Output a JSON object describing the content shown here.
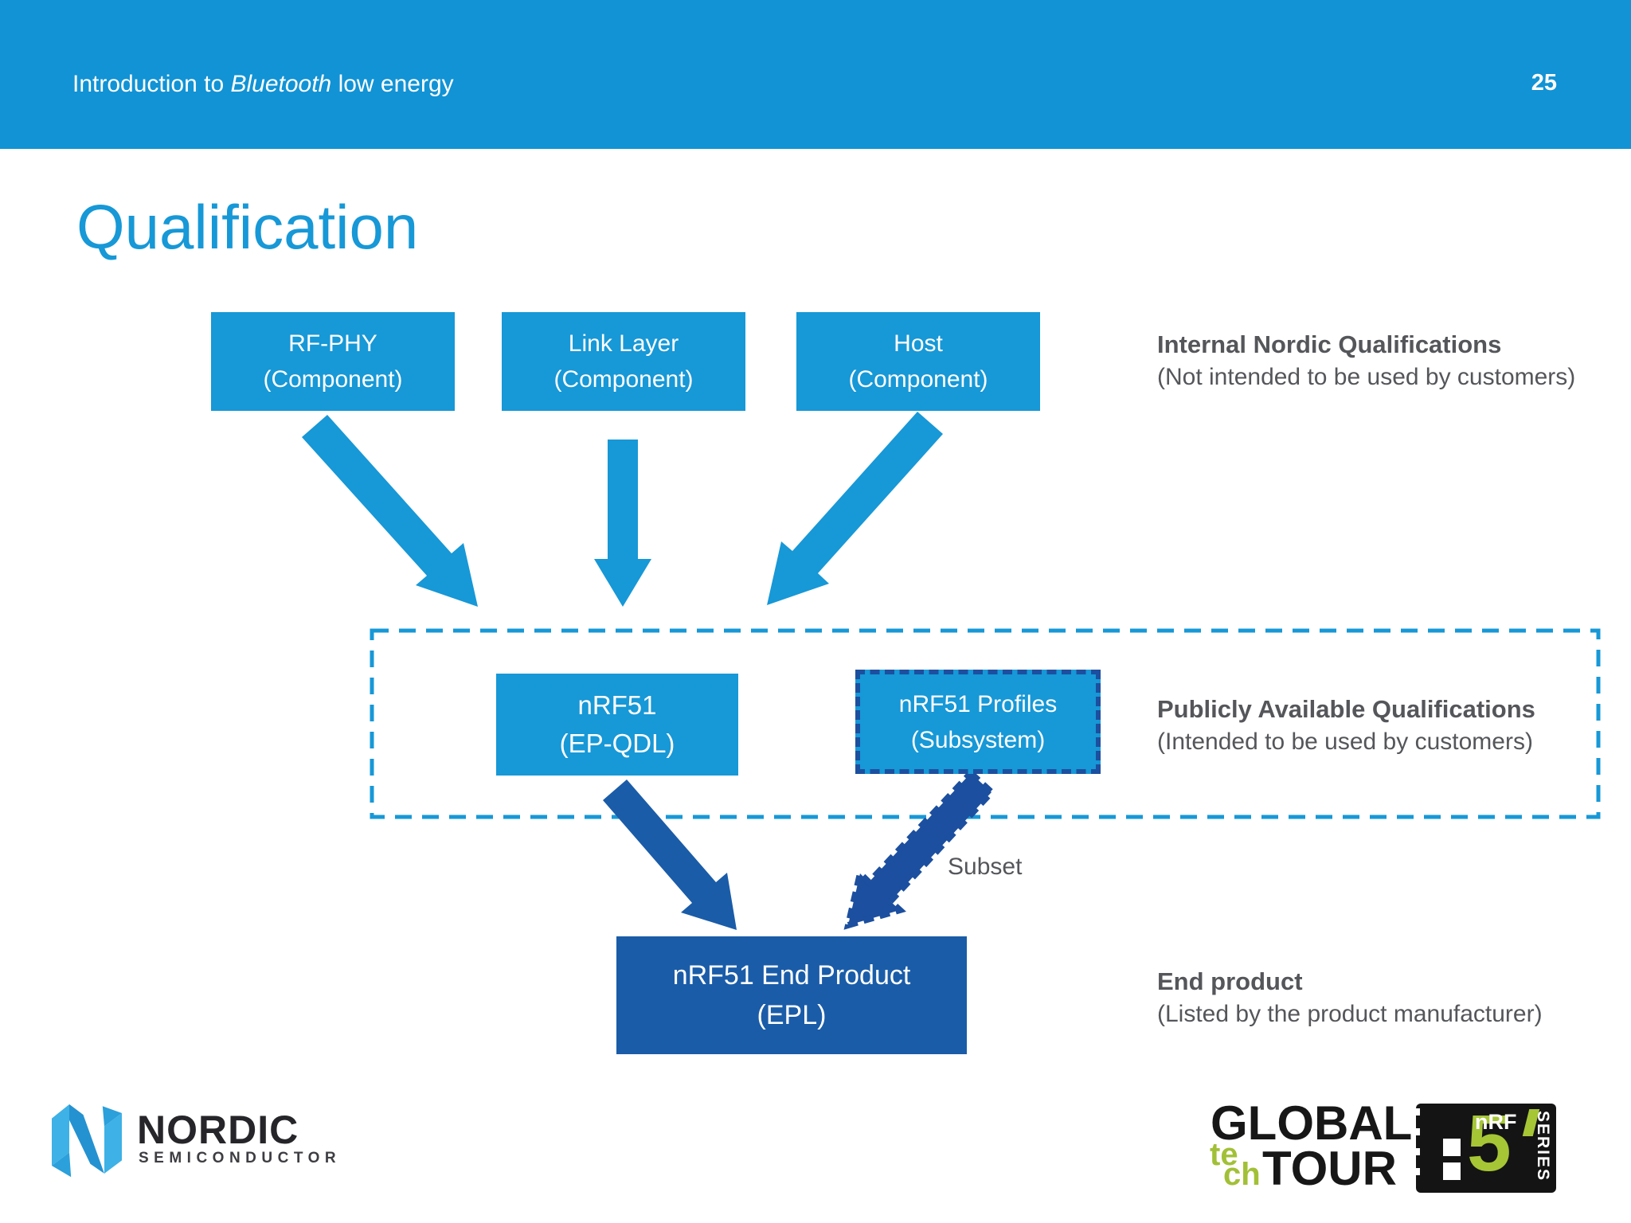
{
  "header": {
    "title_prefix": "Introduction to ",
    "title_italic": "Bluetooth",
    "title_suffix": " low energy",
    "page_number": "25"
  },
  "title": "Qualification",
  "colors": {
    "header_blue": "#1193D5",
    "light_blue": "#1798D7",
    "dark_blue": "#1A5CA8",
    "navy_dashed": "#1C4F9F",
    "gray_text": "#55565A",
    "lime": "#A6C636"
  },
  "boxes": {
    "rf_phy": {
      "line1": "RF-PHY",
      "line2": "(Component)"
    },
    "link_layer": {
      "line1": "Link Layer",
      "line2": "(Component)"
    },
    "host": {
      "line1": "Host",
      "line2": "(Component)"
    },
    "qdl": {
      "line1": "nRF51",
      "line2": "(EP-QDL)"
    },
    "profiles": {
      "line1": "nRF51 Profiles",
      "line2": "(Subsystem)"
    },
    "end_product": {
      "line1": "nRF51 End Product",
      "line2": "(EPL)"
    }
  },
  "labels": {
    "subset": "Subset"
  },
  "annotations": {
    "internal": {
      "bold": "Internal Nordic Qualifications",
      "detail": "(Not intended to be used by customers)"
    },
    "public": {
      "bold": "Publicly Available Qualifications",
      "detail": "(Intended to be used by customers)"
    },
    "end": {
      "bold": "End product",
      "detail": "(Listed by the product manufacturer)"
    }
  },
  "footer": {
    "nordic": {
      "name": "NORDIC",
      "subtitle": "SEMICONDUCTOR"
    },
    "tour": {
      "global": "GLOBAL",
      "te": "te",
      "ch": "ch",
      "tour": "TOUR"
    },
    "badge": {
      "nrf": "nRF",
      "five": "5",
      "series": "SERIES"
    }
  }
}
